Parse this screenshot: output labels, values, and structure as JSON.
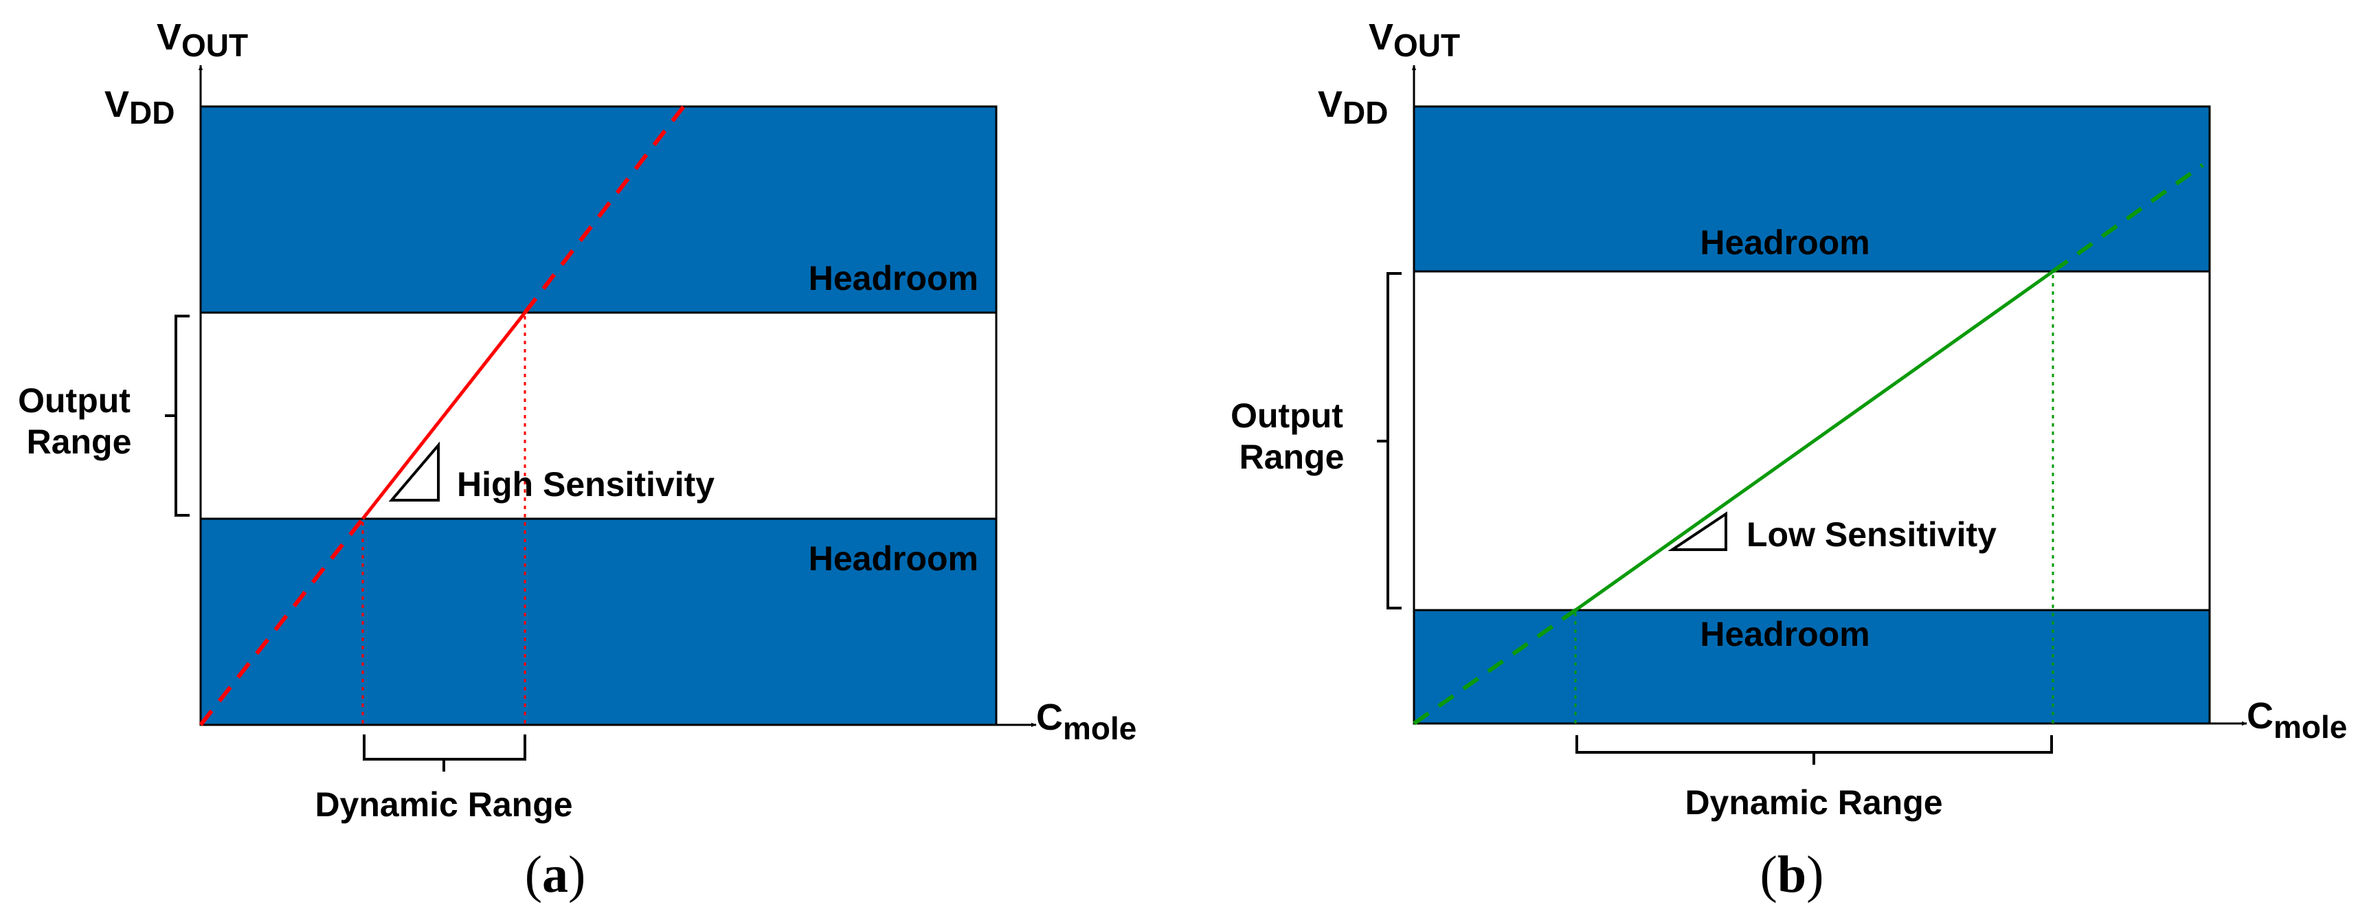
{
  "colors": {
    "band": "#006bb3",
    "high_line": "#ff0000",
    "low_line": "#0a9a0a",
    "axis": "#000000"
  },
  "panels": [
    {
      "caption_open": "(",
      "caption_letter": "a",
      "caption_close": ")",
      "y_axis_symbol": "V",
      "y_axis_sub": "OUT",
      "vdd_symbol": "V",
      "vdd_sub": "DD",
      "x_axis_symbol": "C",
      "x_axis_sub": "mole",
      "headroom_top": "Headroom",
      "headroom_bottom": "Headroom",
      "output_range_line1": "Output",
      "output_range_line2": "Range",
      "sensitivity": "High Sensitivity",
      "dynamic_range": "Dynamic Range",
      "headroom_top_fraction": 0.333,
      "headroom_bottom_fraction": 0.333
    },
    {
      "caption_open": "(",
      "caption_letter": "b",
      "caption_close": ")",
      "y_axis_symbol": "V",
      "y_axis_sub": "OUT",
      "vdd_symbol": "V",
      "vdd_sub": "DD",
      "x_axis_symbol": "C",
      "x_axis_sub": "mole",
      "headroom_top": "Headroom",
      "headroom_bottom": "Headroom",
      "output_range_line1": "Output",
      "output_range_line2": "Range",
      "sensitivity": "Low Sensitivity",
      "dynamic_range": "Dynamic Range",
      "headroom_top_fraction": 0.267,
      "headroom_bottom_fraction": 0.183
    }
  ]
}
